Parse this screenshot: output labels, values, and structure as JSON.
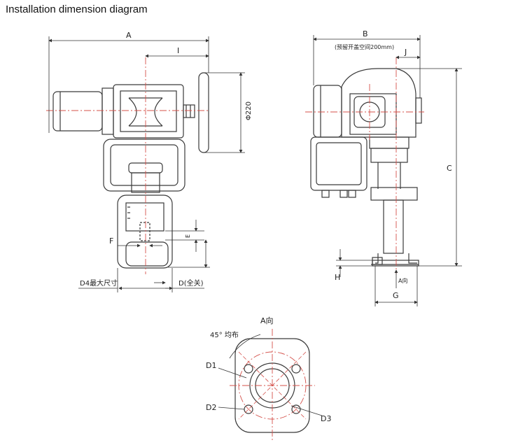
{
  "title": "Installation dimension diagram",
  "front_view": {
    "label_A": "A",
    "label_I": "I",
    "label_phi220": "Φ220",
    "label_F": "F",
    "label_E": "E",
    "label_D4": "D4最大尺寸",
    "label_D": "D(全关)"
  },
  "side_view": {
    "label_B": "B",
    "label_B_note": "(预留开盖空间200mm)",
    "label_J": "J",
    "label_C": "C",
    "label_H": "H",
    "label_G": "G",
    "label_A_dir": "A向"
  },
  "flange_view": {
    "title": "A向",
    "label_45": "45° 均布",
    "label_D1": "D1",
    "label_D2": "D2",
    "label_D3": "D3"
  },
  "colors": {
    "line": "#3a3a3a",
    "centerline": "#d4504a",
    "background": "#ffffff"
  }
}
